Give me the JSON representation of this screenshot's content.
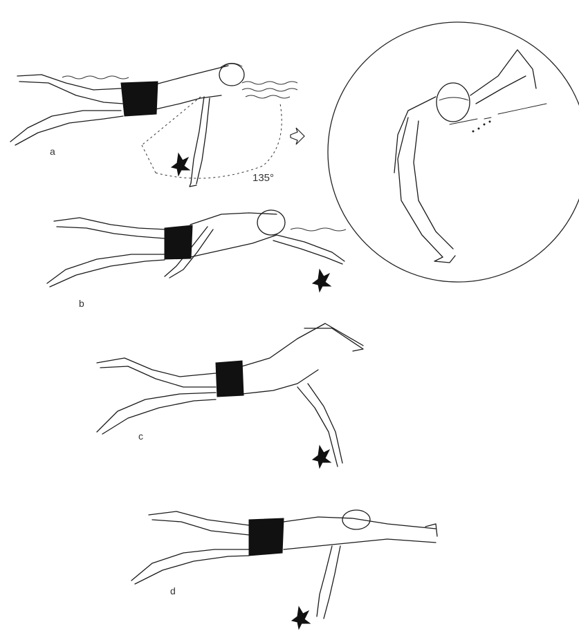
{
  "labels": {
    "a": "a",
    "b": "b",
    "c": "c",
    "d": "d",
    "angle": "135°"
  },
  "colors": {
    "ink": "#1a1a1a",
    "trunks": "#111111",
    "background": "#ffffff"
  }
}
